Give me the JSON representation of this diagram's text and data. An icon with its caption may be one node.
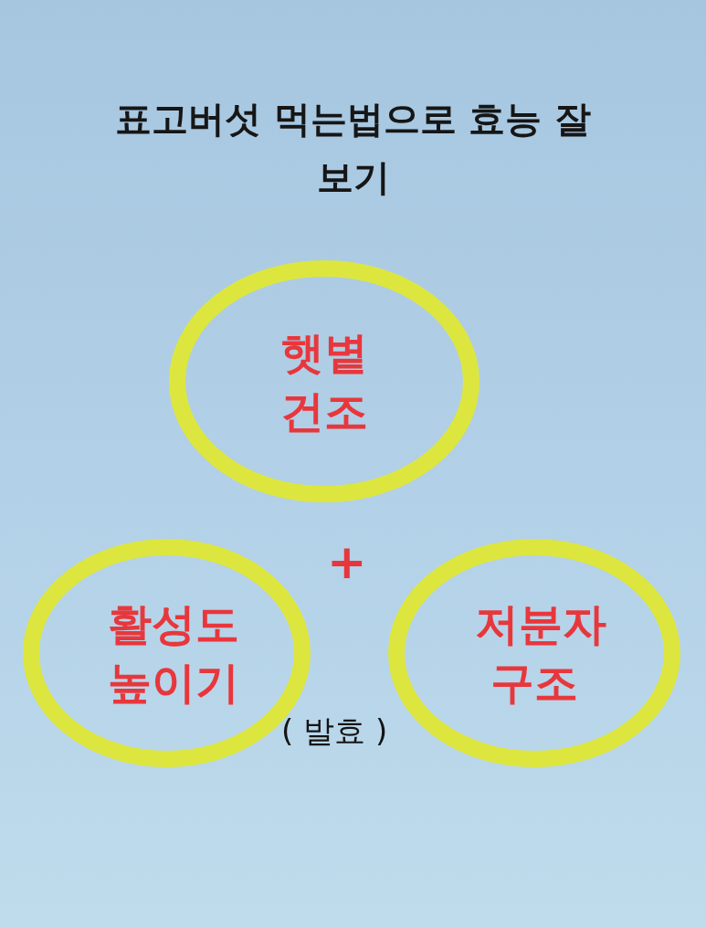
{
  "diagram": {
    "title": "표고버섯 먹는법으로 효능 잘 보기",
    "nodes": [
      {
        "text": [
          "햇볕 건조"
        ]
      },
      {
        "text": [
          "활성도 높이기"
        ]
      },
      {
        "text": [
          "저분자 구조"
        ]
      }
    ],
    "labels": [
      "+",
      "( 발효 )"
    ]
  }
}
